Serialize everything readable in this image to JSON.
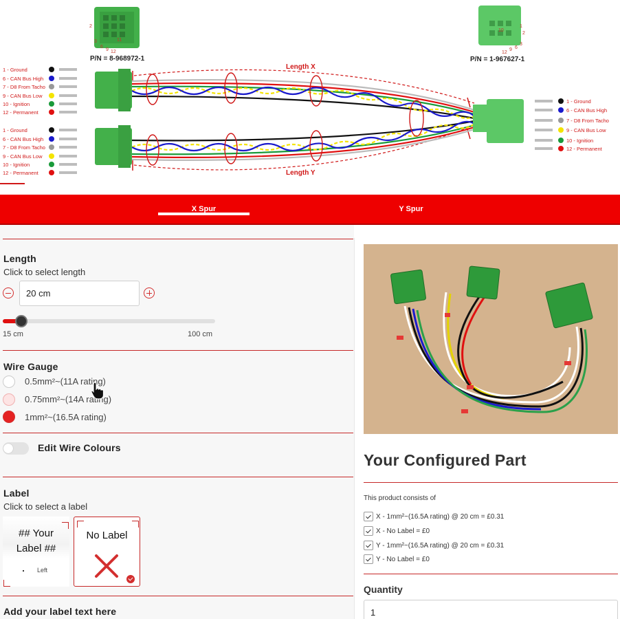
{
  "diagram": {
    "pn_left": "P/N = 8-968972-1",
    "pn_right": "P/N = 1-967627-1",
    "length_x": "Length X",
    "length_y": "Length Y",
    "left_pins_top": [
      "1 - Ground",
      "6 - CAN Bus High",
      "7 - D8 From Tacho",
      "9 - CAN Bus Low",
      "10 - Ignition",
      "12 - Permanent"
    ],
    "left_pins_bottom": [
      "1 - Ground",
      "6 - CAN Bus High",
      "7 - D8 From Tacho",
      "9 - CAN Bus Low",
      "10 - Ignition",
      "12 - Permanent"
    ],
    "right_pins": [
      "1 - Ground",
      "6 - CAN Bus High",
      "7 - D8 From Tacho",
      "9 - CAN Bus Low",
      "10 - Ignition",
      "12 - Permanent"
    ],
    "pin_colors": [
      "#111111",
      "#1a1acc",
      "#999999",
      "#f4e400",
      "#1a9a3a",
      "#e01010"
    ],
    "left_connector_numbers": [
      "2",
      "3",
      "6",
      "9",
      "12",
      "11"
    ],
    "right_connector_numbers": [
      "10",
      "1",
      "2",
      "12",
      "9",
      "6",
      "3"
    ]
  },
  "tabs": [
    {
      "label": "X Spur",
      "active": true
    },
    {
      "label": "Y Spur",
      "active": false
    }
  ],
  "length": {
    "title": "Length",
    "subtitle": "Click to select length",
    "value": "20 cm",
    "min_label": "15 cm",
    "max_label": "100 cm",
    "fraction": 0.06
  },
  "wire_gauge": {
    "title": "Wire Gauge",
    "options": [
      {
        "label": "0.5mm²~(11A rating)",
        "state": "empty"
      },
      {
        "label": "0.75mm²~(14A rating)",
        "state": "light"
      },
      {
        "label": "1mm²~(16.5A rating)",
        "state": "selected"
      }
    ]
  },
  "edit_wire_colours": {
    "label": "Edit Wire Colours",
    "on": false
  },
  "label": {
    "title": "Label",
    "subtitle": "Click to select a label",
    "card_your_text_1": "## Your",
    "card_your_text_2": "Label ##",
    "card_your_small": "Left",
    "card_no_text": "No Label"
  },
  "label_text": {
    "title": "Add your label text here"
  },
  "configured": {
    "title": "Your Configured Part",
    "consists": "This product consists of",
    "items": [
      "X - 1mm²~(16.5A rating) @ 20 cm = £0.31",
      "X - No Label = £0",
      "Y - 1mm²~(16.5A rating) @ 20 cm = £0.31",
      "Y - No Label = £0"
    ]
  },
  "quantity": {
    "label": "Quantity",
    "value": "1"
  },
  "colors": {
    "accent": "#ee0000",
    "rule": "#c62828"
  }
}
